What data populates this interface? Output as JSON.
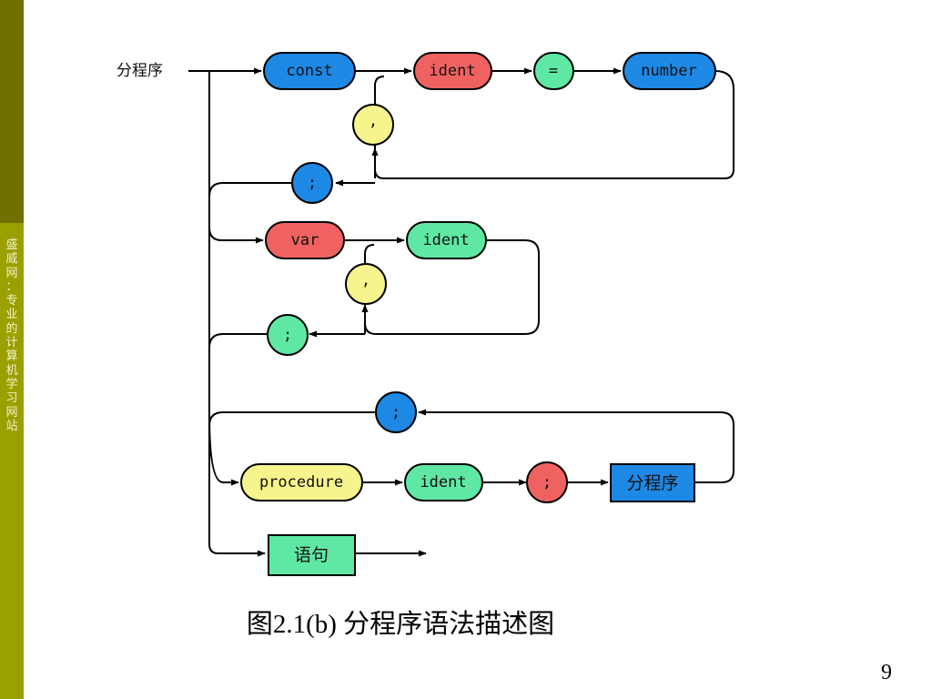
{
  "slide": {
    "sidebar_text": "盛\n威\n网\n：\n专\n业\n的\n计\n算\n机\n学\n习\n网\n站",
    "caption": "图2.1(b) 分程序语法描述图",
    "page_number": "9"
  },
  "diagram": {
    "entry_label": "分程序",
    "nodes": {
      "const": "const",
      "ident1": "ident",
      "eq": "=",
      "number": "number",
      "comma1": ",",
      "semi1": ";",
      "var": "var",
      "ident2": "ident",
      "comma2": ",",
      "semi2": ";",
      "semi3": ";",
      "procedure": "procedure",
      "ident3": "ident",
      "semi4": ";",
      "subblock": "分程序",
      "statement": "语句"
    },
    "colors": {
      "blue": "#1e88e5",
      "red": "#f06262",
      "green": "#5ee8a4",
      "yellow": "#f6f48c",
      "sidebar_dark": "#6f7000",
      "sidebar_light": "#9aa000"
    }
  }
}
